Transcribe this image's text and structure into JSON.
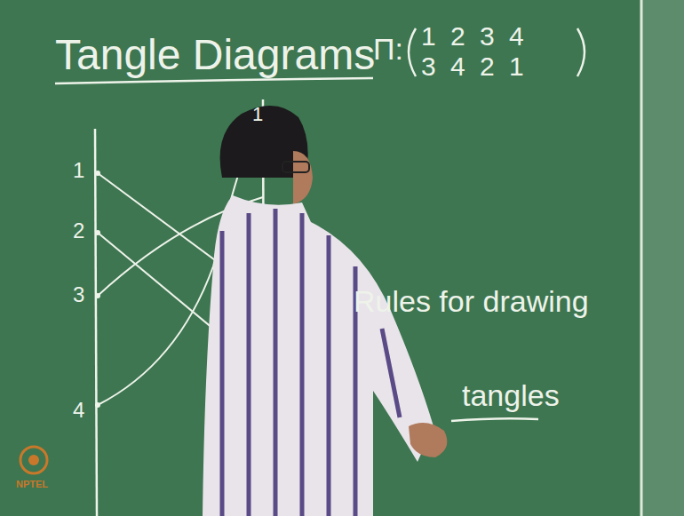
{
  "diagram": {
    "title": "Tangle Diagrams",
    "labels": [
      "1",
      "2",
      "3",
      "4",
      "1",
      "Π:",
      "1 2 3 4",
      "3 4 2 1",
      "Rules for drawing",
      "tangles",
      "NPTEL"
    ]
  }
}
